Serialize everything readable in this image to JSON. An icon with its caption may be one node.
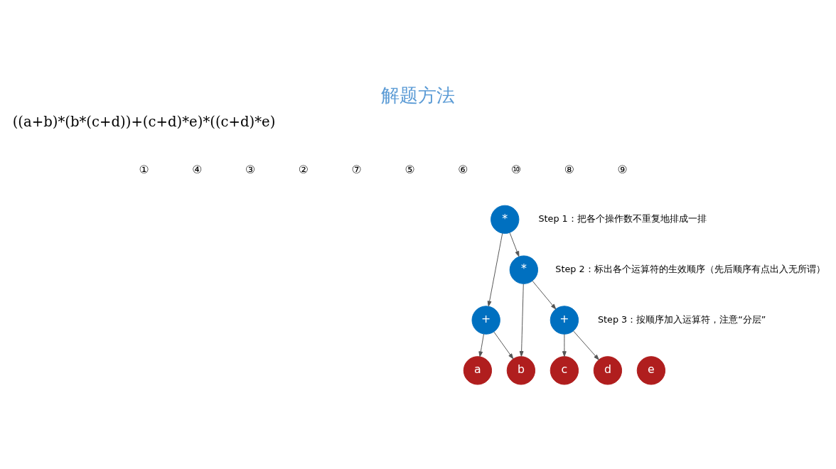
{
  "diagram": {
    "title": "解题方法",
    "nodes": [
      {
        "text": [
          "*"
        ]
      },
      {
        "text": [
          "*"
        ]
      },
      {
        "text": [
          "+"
        ]
      },
      {
        "text": [
          "+"
        ]
      },
      {
        "text": [
          "a"
        ]
      },
      {
        "text": [
          "b"
        ]
      },
      {
        "text": [
          "c"
        ]
      },
      {
        "text": [
          "d"
        ]
      },
      {
        "text": [
          "e"
        ]
      }
    ],
    "edges": [
      {
        "from": 0,
        "to": 2,
        "arrow": "to"
      },
      {
        "from": 0,
        "to": 1,
        "arrow": "to"
      },
      {
        "from": 1,
        "to": 5,
        "arrow": "to"
      },
      {
        "from": 1,
        "to": 3,
        "arrow": "to"
      },
      {
        "from": 2,
        "to": 4,
        "arrow": "to"
      },
      {
        "from": 2,
        "to": 5,
        "arrow": "to"
      },
      {
        "from": 3,
        "to": 6,
        "arrow": "to"
      },
      {
        "from": 3,
        "to": 7,
        "arrow": "to"
      }
    ],
    "labels": [
      "((a+b)*(b*(c+d))+(c+d)*e)*((c+d)*e)",
      "①",
      "④",
      "③",
      "②",
      "⑦",
      "⑤",
      "⑥",
      "⑩",
      "⑧",
      "⑨",
      "Step 1：把各个操作数不重复地排成一排",
      "Step 2：标出各个运算符的生效顺序（先后顺序有点出入无所谓）",
      "Step 3：按顺序加入运算符，注意“分层”"
    ]
  }
}
